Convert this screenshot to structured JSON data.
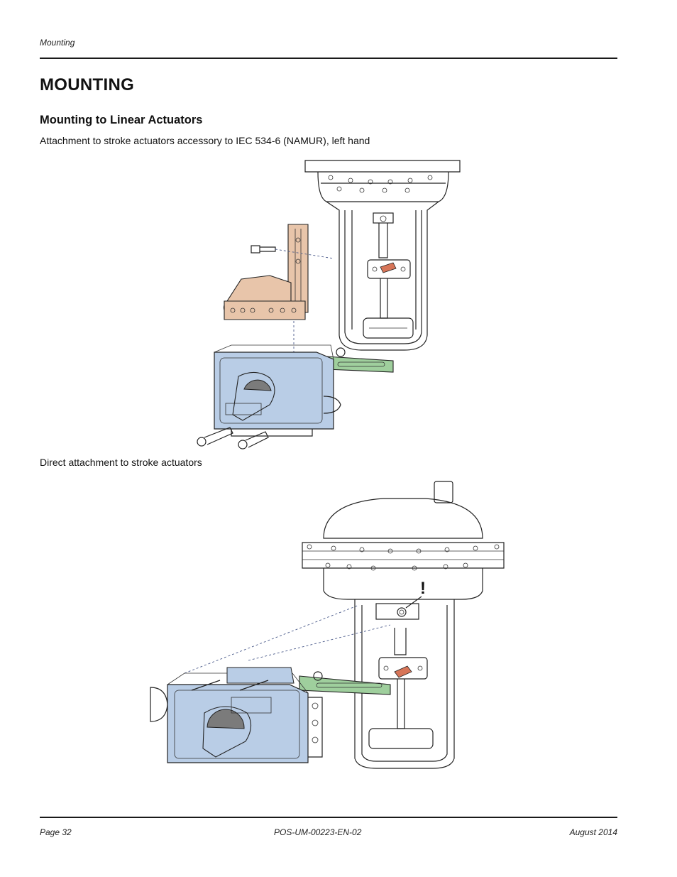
{
  "header": {
    "running_head": "Mounting"
  },
  "section": {
    "title": "MOUNTING",
    "subtitle": "Mounting to Linear Actuators",
    "caption_1": "Attachment to stroke actuators accessory to IEC 534-6 (NAMUR), left hand",
    "caption_2": "Direct attachment to stroke actuators"
  },
  "figures": {
    "warning_mark": "!"
  },
  "colors": {
    "positioner_blue": "#b9cde6",
    "bracket_tan": "#e8c5aa",
    "lever_green": "#9fcf9d",
    "coupling_red": "#d77558"
  },
  "footer": {
    "page": "Page 32",
    "doc_id": "POS-UM-00223-EN-02",
    "date": "August 2014"
  }
}
